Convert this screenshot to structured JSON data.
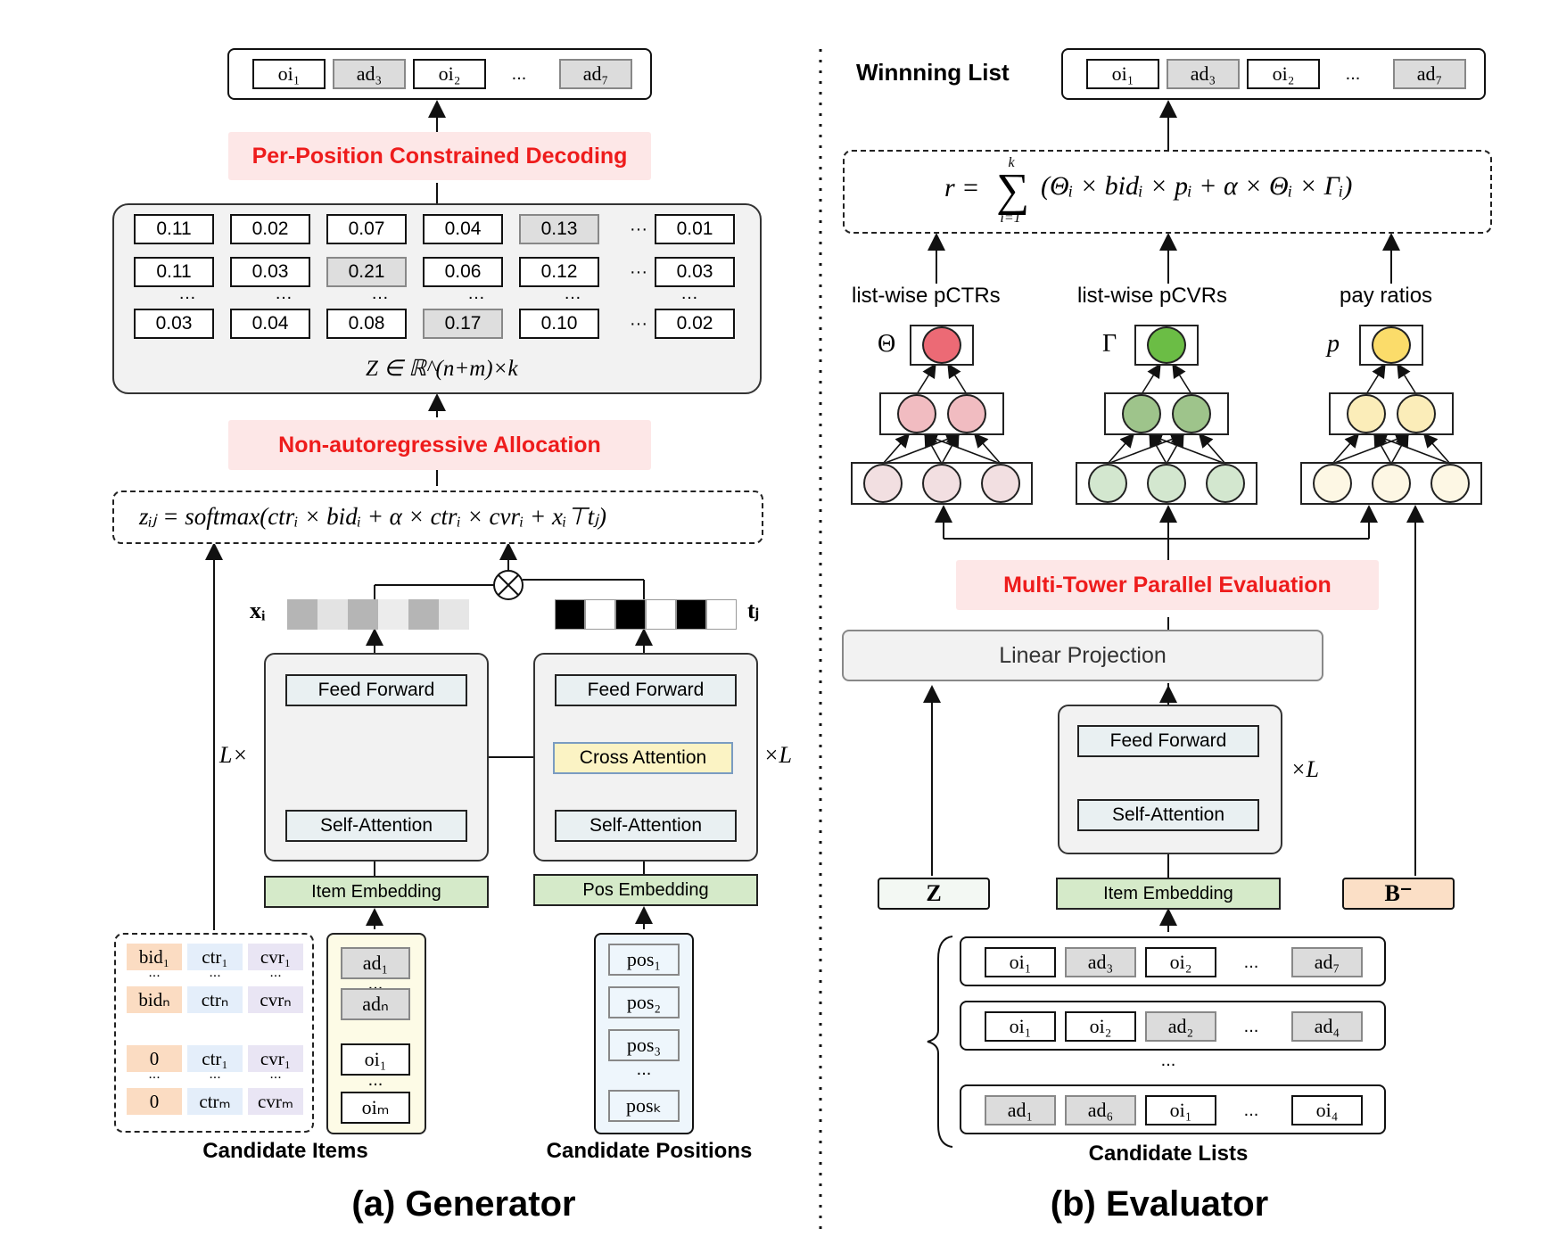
{
  "generator": {
    "output_tokens": [
      "oi₁",
      "ad₃",
      "oi₂",
      "...",
      "ad₇"
    ],
    "decoding_label": "Per-Position Constrained Decoding",
    "matrix_rows": [
      [
        "0.11",
        "0.02",
        "0.07",
        "0.04",
        "0.13",
        "···",
        "0.01"
      ],
      [
        "0.11",
        "0.03",
        "0.21",
        "0.06",
        "0.12",
        "···",
        "0.03"
      ],
      [
        "0.03",
        "0.04",
        "0.08",
        "0.17",
        "0.10",
        "···",
        "0.02"
      ]
    ],
    "matrix_vdots": "…",
    "matrix_formula": "Z ∈ ℝ^(n+m)×k",
    "allocation_label": "Non-autoregressive Allocation",
    "softmax_formula": "zᵢⱼ = softmax(ctrᵢ × bidᵢ + α × ctrᵢ × cvrᵢ + xᵢ⊤tⱼ)",
    "xi_label": "xᵢ",
    "tj_label": "tⱼ",
    "left_layers": "L×",
    "right_layers": "×L",
    "item_encoder": {
      "ff": "Feed Forward",
      "sa": "Self-Attention",
      "embedding": "Item Embedding"
    },
    "pos_encoder": {
      "ff": "Feed Forward",
      "ca": "Cross Attention",
      "sa": "Self-Attention",
      "embedding": "Pos Embedding"
    },
    "feature_table": [
      [
        "bid₁",
        "ctr₁",
        "cvr₁"
      ],
      [
        "bidₙ",
        "ctrₙ",
        "cvrₙ"
      ],
      [
        "0",
        "ctr₁",
        "cvr₁"
      ],
      [
        "0",
        "ctrₘ",
        "cvrₘ"
      ]
    ],
    "table_dots": "...",
    "item_tokens": [
      "ad₁",
      "adₙ",
      "oi₁",
      "oiₘ"
    ],
    "pos_tokens": [
      "pos₁",
      "pos₂",
      "pos₃",
      "...",
      "posₖ"
    ],
    "candidate_items_label": "Candidate Items",
    "candidate_positions_label": "Candidate Positions",
    "caption": "(a) Generator"
  },
  "evaluator": {
    "winning_label": "Winnning List",
    "winning_tokens": [
      "oi₁",
      "ad₃",
      "oi₂",
      "...",
      "ad₇"
    ],
    "reward_formula_lhs": "r =",
    "reward_formula_rhs": "(Θᵢ × bidᵢ × pᵢ + α × Θᵢ × Γᵢ)",
    "sum_top": "k",
    "sum_bottom": "i=1",
    "tower_labels": [
      "list-wise pCTRs",
      "list-wise pCVRs",
      "pay ratios"
    ],
    "tower_symbols": [
      "Θ",
      "Γ",
      "p"
    ],
    "tower_colors": {
      "red": [
        "#ec6a75",
        "#f1bcc1",
        "#f2dfe1"
      ],
      "green": [
        "#6bbd45",
        "#9ec48b",
        "#d3e7cf"
      ],
      "yellow": [
        "#fbdc6a",
        "#fbedb9",
        "#fdf7e4"
      ]
    },
    "multitower_label": "Multi-Tower Parallel Evaluation",
    "linear_projection": "Linear Projection",
    "encoder": {
      "ff": "Feed Forward",
      "sa": "Self-Attention",
      "embedding": "Item Embedding"
    },
    "layers": "×L",
    "z_label": "Z",
    "b_label": "B⁻",
    "candidate_lists": [
      [
        "oi₁",
        "ad₃",
        "oi₂",
        "...",
        "ad₇"
      ],
      [
        "oi₁",
        "oi₂",
        "ad₂",
        "...",
        "ad₄"
      ],
      [
        "ad₁",
        "ad₆",
        "oi₁",
        "...",
        "oi₄"
      ]
    ],
    "lists_dots": "...",
    "candidate_lists_label": "Candidate Lists",
    "caption": "(b) Evaluator"
  }
}
